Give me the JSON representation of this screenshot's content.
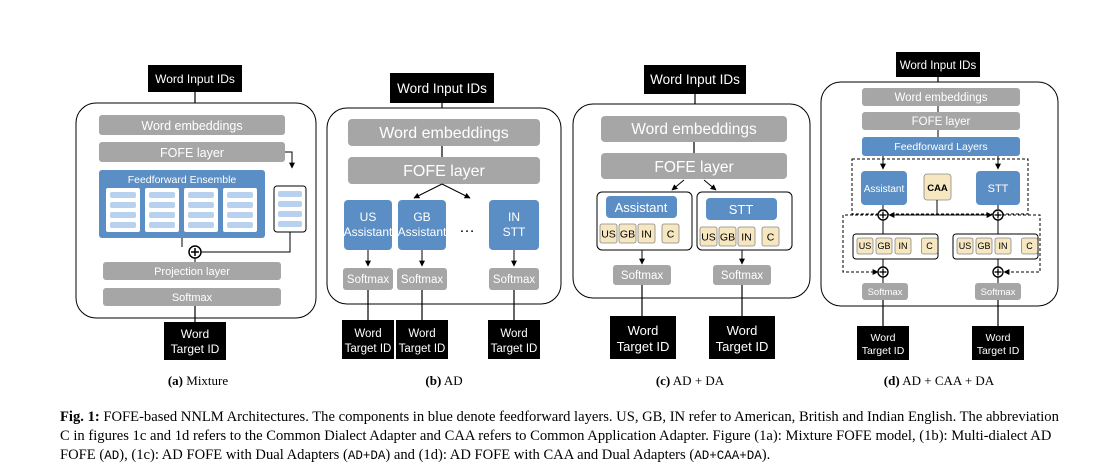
{
  "colors": {
    "gray": "#a6a6a6",
    "blue": "#5b8ec4",
    "light_blue": "#b8d1ee",
    "yellow": "#f6e7c1",
    "black": "#000000"
  },
  "a": {
    "input": "Word Input IDs",
    "embeddings": "Word embeddings",
    "fofe": "FOFE layer",
    "ensemble": "Feedforward Ensemble",
    "projection": "Projection layer",
    "softmax": "Softmax",
    "target_l1": "Word",
    "target_l2": "Target ID",
    "label_letter": "(a)",
    "label_text": "Mixture"
  },
  "b": {
    "input": "Word Input IDs",
    "embeddings": "Word embeddings",
    "fofe": "FOFE layer",
    "us_l1": "US",
    "us_l2": "Assistant",
    "gb_l1": "GB",
    "gb_l2": "Assistant",
    "dots": "…",
    "in_l1": "IN",
    "in_l2": "STT",
    "softmax": "Softmax",
    "target_l1": "Word",
    "target_l2": "Target ID",
    "label_letter": "(b)",
    "label_text": "AD"
  },
  "c": {
    "input": "Word Input IDs",
    "embeddings": "Word embeddings",
    "fofe": "FOFE layer",
    "assistant": "Assistant",
    "stt": "STT",
    "adapters": [
      "US",
      "GB",
      "IN",
      "C"
    ],
    "softmax": "Softmax",
    "target_l1": "Word",
    "target_l2": "Target ID",
    "label_letter": "(c)",
    "label_text": "AD + DA"
  },
  "d": {
    "input": "Word Input IDs",
    "embeddings": "Word embeddings",
    "fofe": "FOFE layer",
    "feedforward": "Feedforward Layers",
    "assistant": "Assistant",
    "caa": "CAA",
    "stt": "STT",
    "adapters": [
      "US",
      "GB",
      "IN",
      "C"
    ],
    "softmax": "Softmax",
    "target_l1": "Word",
    "target_l2": "Target ID",
    "label_letter": "(d)",
    "label_text": "AD + CAA + DA"
  },
  "caption": {
    "lead": "Fig. 1:",
    "p1": " FOFE-based NNLM Architectures. The components in blue denote feedforward layers. US, GB, IN refer to American, British and Indian English. The abbreviation C in figures 1c and 1d refers to the Common Dialect Adapter and CAA refers to Common Application Adapter. Figure (1a): Mixture FOFE model, (1b): Multi-dialect AD FOFE (",
    "m1": "AD",
    "p2": "), (1c): AD FOFE with Dual Adapters (",
    "m2": "AD+DA",
    "p3": ") and (1d): AD FOFE with CAA and Dual Adapters (",
    "m3": "AD+CAA+DA",
    "p4": ")."
  }
}
